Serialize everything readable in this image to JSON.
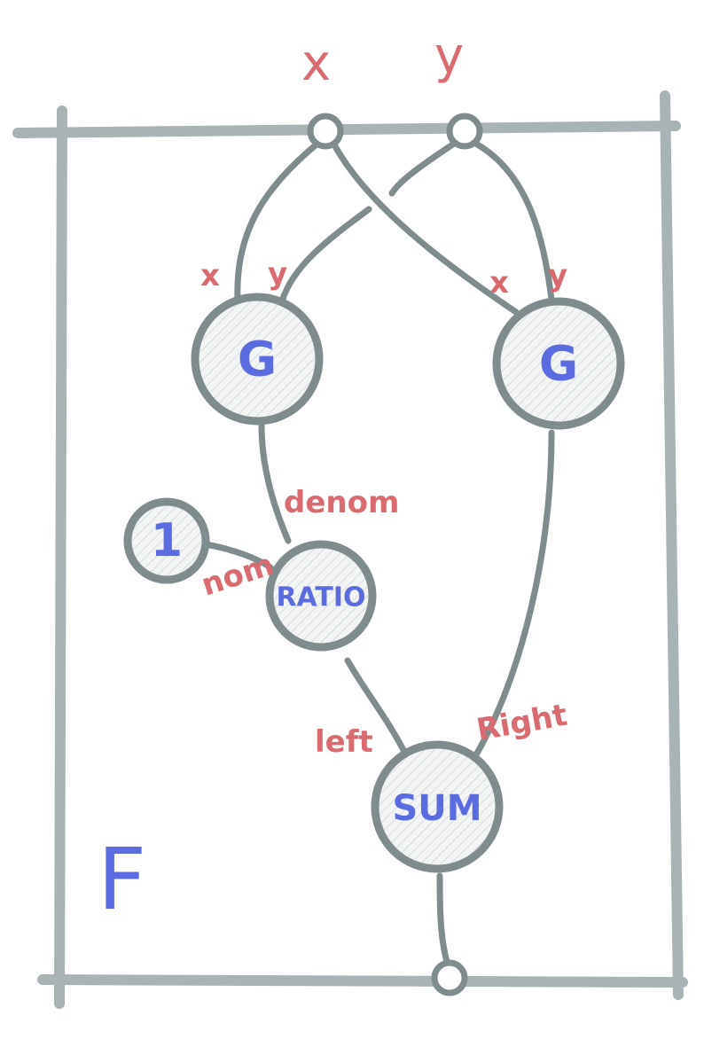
{
  "inputs": {
    "x_label": "x",
    "y_label": "y"
  },
  "frame": {
    "name": "F"
  },
  "nodes": {
    "g_left": {
      "label": "G",
      "port_x": "x",
      "port_y": "y"
    },
    "g_right": {
      "label": "G",
      "port_x": "x",
      "port_y": "y"
    },
    "one": {
      "label": "1"
    },
    "ratio": {
      "label": "RATIO",
      "port_nom": "nom",
      "port_denom": "denom"
    },
    "sum": {
      "label": "SUM",
      "port_left": "left",
      "port_right": "Right"
    }
  },
  "colors": {
    "frame": "#a7b3b5",
    "wire": "#7e8c8e",
    "port_label": "#d96a6f",
    "node_label": "#5a6ce0"
  }
}
